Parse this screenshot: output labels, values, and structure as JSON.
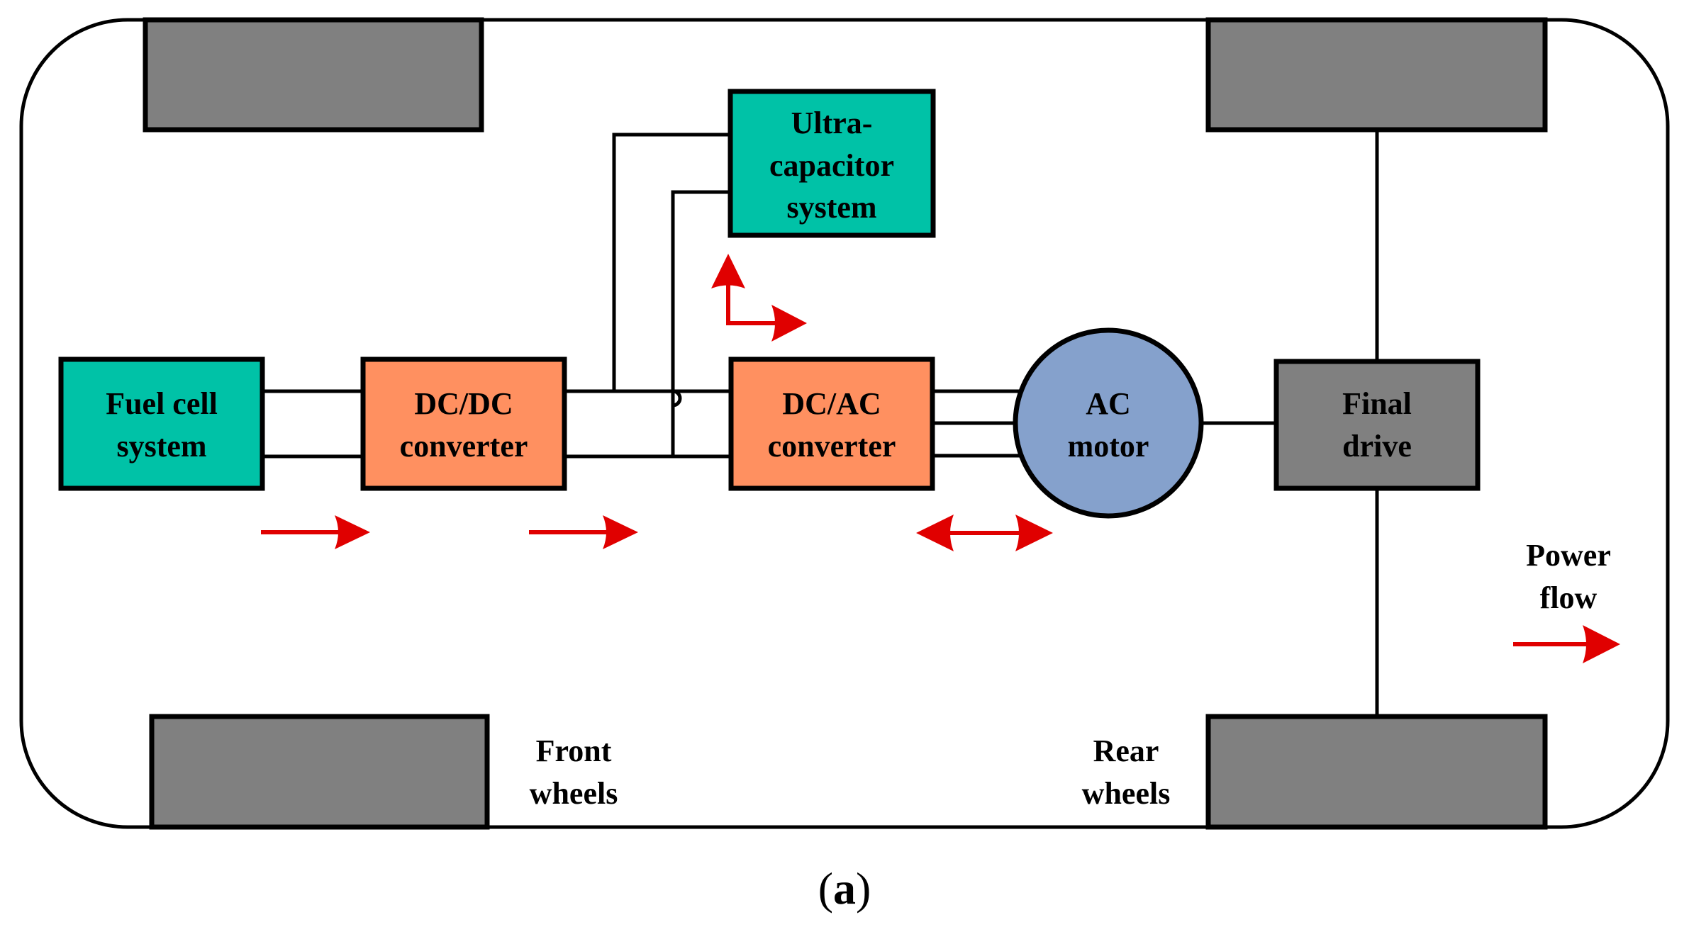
{
  "colors": {
    "storage_teal": "#00C2A7",
    "converter_orange": "#FF9060",
    "motor_blue": "#85A1CC",
    "mechanical_gray": "#808080",
    "power_flow_red": "#E00000"
  },
  "blocks": {
    "fuel_cell": {
      "line1": "Fuel cell",
      "line2": "system"
    },
    "dcdc": {
      "line1": "DC/DC",
      "line2": "converter"
    },
    "ultracap": {
      "line1": "Ultra-",
      "line2": "capacitor",
      "line3": "system"
    },
    "dcac": {
      "line1": "DC/AC",
      "line2": "converter"
    },
    "motor": {
      "line1": "AC",
      "line2": "motor"
    },
    "final_drive": {
      "line1": "Final",
      "line2": "drive"
    }
  },
  "labels": {
    "front_wheels": {
      "line1": "Front",
      "line2": "wheels"
    },
    "rear_wheels": {
      "line1": "Rear",
      "line2": "wheels"
    },
    "legend": {
      "line1": "Power",
      "line2": "flow"
    }
  },
  "caption": {
    "open": "(",
    "letter": "a",
    "close": ")"
  }
}
